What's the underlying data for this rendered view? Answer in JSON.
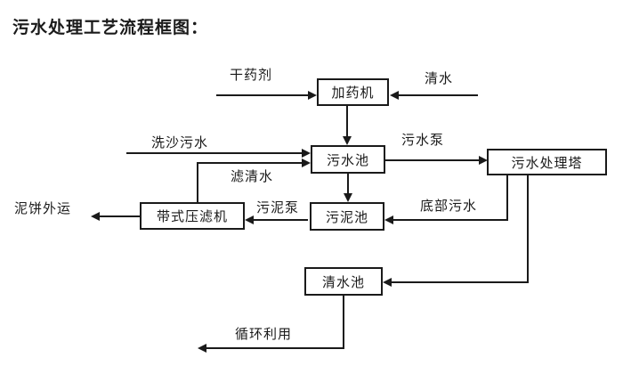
{
  "title": "污水处理工艺流程框图：",
  "nodes": {
    "dosing_machine": "加药机",
    "sewage_pool": "污水池",
    "treatment_tower": "污水处理塔",
    "sludge_pool": "污泥池",
    "belt_filter_press": "带式压滤机",
    "clear_water_pool": "清水池"
  },
  "flow_labels": {
    "dry_agent": "干药剂",
    "clear_water": "清水",
    "sand_washing_sewage": "洗沙污水",
    "sewage_pump": "污水泵",
    "filtered_water": "滤清水",
    "bottom_sewage": "底部污水",
    "sludge_pump": "污泥泵",
    "mud_cake_out": "泥饼外运",
    "recycle": "循环利用"
  },
  "colors": {
    "line": "#1a1a1a",
    "background": "#ffffff",
    "text": "#1a1a1a"
  }
}
